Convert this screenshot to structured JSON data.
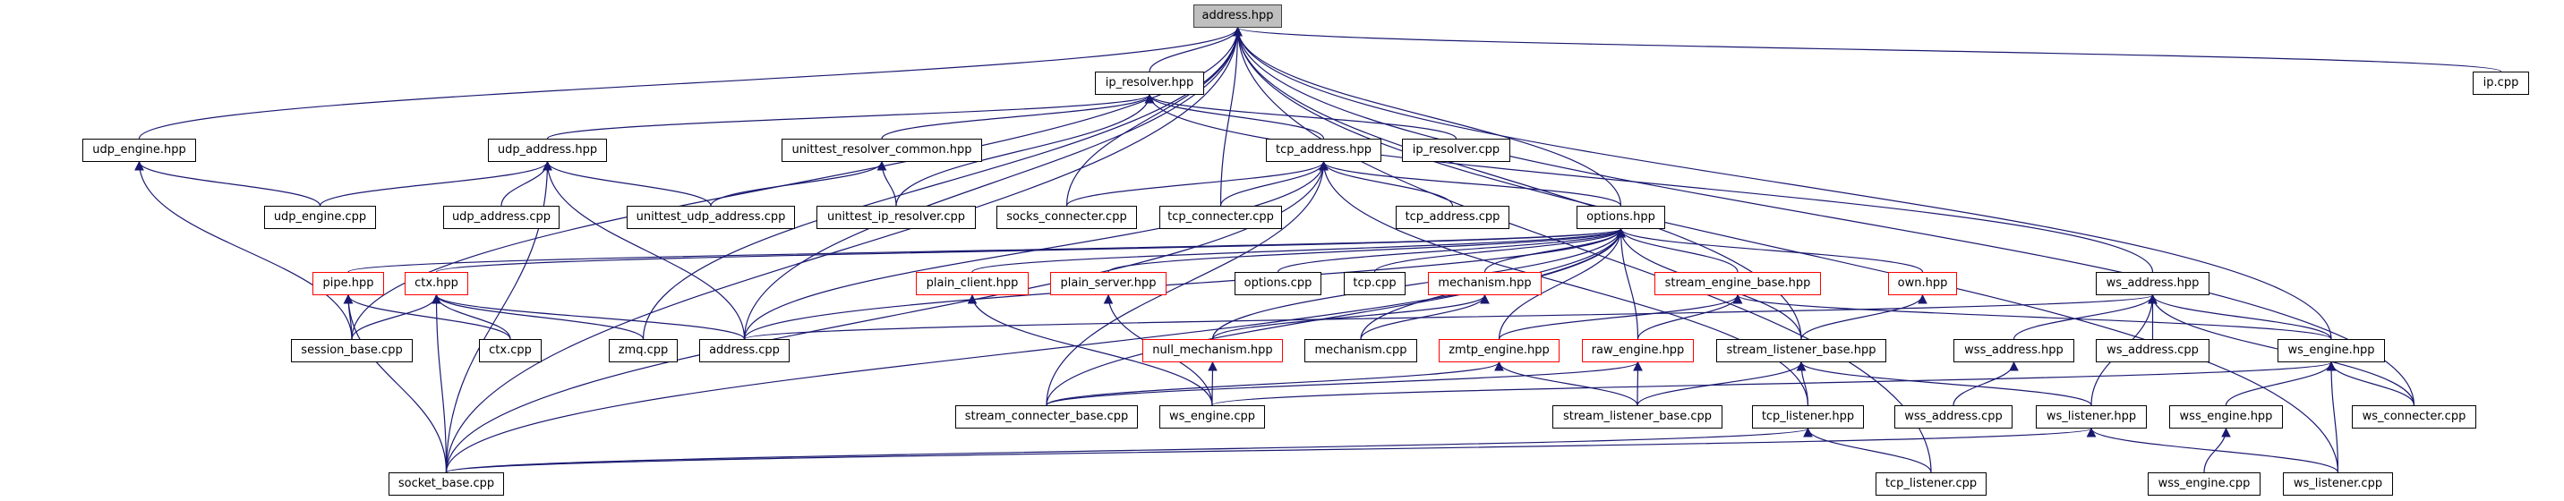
{
  "graph": {
    "title": "address.hpp include dependency graph",
    "colors": {
      "edge": "#191970",
      "root_fill": "#bfbfbf",
      "truncated_border": "#ff0000",
      "node_border": "#000000"
    },
    "nodes": [
      {
        "id": "address_hpp",
        "label": "address.hpp",
        "kind": "root"
      },
      {
        "id": "ip_resolver_hpp",
        "label": "ip_resolver.hpp",
        "kind": "normal"
      },
      {
        "id": "ip_cpp",
        "label": "ip.cpp",
        "kind": "normal"
      },
      {
        "id": "udp_engine_hpp",
        "label": "udp_engine.hpp",
        "kind": "normal"
      },
      {
        "id": "udp_address_hpp",
        "label": "udp_address.hpp",
        "kind": "normal"
      },
      {
        "id": "unittest_resolver_common_hpp",
        "label": "unittest_resolver_common.hpp",
        "kind": "normal"
      },
      {
        "id": "tcp_address_hpp",
        "label": "tcp_address.hpp",
        "kind": "normal"
      },
      {
        "id": "ip_resolver_cpp",
        "label": "ip_resolver.cpp",
        "kind": "normal"
      },
      {
        "id": "udp_engine_cpp",
        "label": "udp_engine.cpp",
        "kind": "normal"
      },
      {
        "id": "udp_address_cpp",
        "label": "udp_address.cpp",
        "kind": "normal"
      },
      {
        "id": "unittest_udp_address_cpp",
        "label": "unittest_udp_address.cpp",
        "kind": "normal"
      },
      {
        "id": "unittest_ip_resolver_cpp",
        "label": "unittest_ip_resolver.cpp",
        "kind": "normal"
      },
      {
        "id": "socks_connecter_cpp",
        "label": "socks_connecter.cpp",
        "kind": "normal"
      },
      {
        "id": "tcp_connecter_cpp",
        "label": "tcp_connecter.cpp",
        "kind": "normal"
      },
      {
        "id": "tcp_address_cpp",
        "label": "tcp_address.cpp",
        "kind": "normal"
      },
      {
        "id": "options_hpp",
        "label": "options.hpp",
        "kind": "normal"
      },
      {
        "id": "pipe_hpp",
        "label": "pipe.hpp",
        "kind": "truncated"
      },
      {
        "id": "ctx_hpp",
        "label": "ctx.hpp",
        "kind": "truncated"
      },
      {
        "id": "plain_client_hpp",
        "label": "plain_client.hpp",
        "kind": "truncated"
      },
      {
        "id": "plain_server_hpp",
        "label": "plain_server.hpp",
        "kind": "truncated"
      },
      {
        "id": "options_cpp",
        "label": "options.cpp",
        "kind": "normal"
      },
      {
        "id": "tcp_cpp",
        "label": "tcp.cpp",
        "kind": "normal"
      },
      {
        "id": "mechanism_hpp",
        "label": "mechanism.hpp",
        "kind": "truncated"
      },
      {
        "id": "stream_engine_base_hpp",
        "label": "stream_engine_base.hpp",
        "kind": "truncated"
      },
      {
        "id": "own_hpp",
        "label": "own.hpp",
        "kind": "truncated"
      },
      {
        "id": "ws_address_hpp",
        "label": "ws_address.hpp",
        "kind": "normal"
      },
      {
        "id": "session_base_cpp",
        "label": "session_base.cpp",
        "kind": "normal"
      },
      {
        "id": "ctx_cpp",
        "label": "ctx.cpp",
        "kind": "normal"
      },
      {
        "id": "zmq_cpp",
        "label": "zmq.cpp",
        "kind": "normal"
      },
      {
        "id": "address_cpp",
        "label": "address.cpp",
        "kind": "normal"
      },
      {
        "id": "null_mechanism_hpp",
        "label": "null_mechanism.hpp",
        "kind": "truncated"
      },
      {
        "id": "mechanism_cpp",
        "label": "mechanism.cpp",
        "kind": "normal"
      },
      {
        "id": "zmtp_engine_hpp",
        "label": "zmtp_engine.hpp",
        "kind": "truncated"
      },
      {
        "id": "raw_engine_hpp",
        "label": "raw_engine.hpp",
        "kind": "truncated"
      },
      {
        "id": "stream_listener_base_hpp",
        "label": "stream_listener_base.hpp",
        "kind": "normal"
      },
      {
        "id": "wss_address_hpp",
        "label": "wss_address.hpp",
        "kind": "normal"
      },
      {
        "id": "ws_address_cpp",
        "label": "ws_address.cpp",
        "kind": "normal"
      },
      {
        "id": "ws_engine_hpp",
        "label": "ws_engine.hpp",
        "kind": "normal"
      },
      {
        "id": "stream_connecter_base_cpp",
        "label": "stream_connecter_base.cpp",
        "kind": "normal"
      },
      {
        "id": "ws_engine_cpp",
        "label": "ws_engine.cpp",
        "kind": "normal"
      },
      {
        "id": "stream_listener_base_cpp",
        "label": "stream_listener_base.cpp",
        "kind": "normal"
      },
      {
        "id": "tcp_listener_hpp",
        "label": "tcp_listener.hpp",
        "kind": "normal"
      },
      {
        "id": "wss_address_cpp",
        "label": "wss_address.cpp",
        "kind": "normal"
      },
      {
        "id": "ws_listener_hpp",
        "label": "ws_listener.hpp",
        "kind": "normal"
      },
      {
        "id": "wss_engine_hpp",
        "label": "wss_engine.hpp",
        "kind": "normal"
      },
      {
        "id": "ws_connecter_cpp",
        "label": "ws_connecter.cpp",
        "kind": "normal"
      },
      {
        "id": "socket_base_cpp",
        "label": "socket_base.cpp",
        "kind": "normal"
      },
      {
        "id": "tcp_listener_cpp",
        "label": "tcp_listener.cpp",
        "kind": "normal"
      },
      {
        "id": "wss_engine_cpp",
        "label": "wss_engine.cpp",
        "kind": "normal"
      },
      {
        "id": "ws_listener_cpp",
        "label": "ws_listener.cpp",
        "kind": "normal"
      }
    ],
    "edges": [
      [
        "ip_resolver_hpp",
        "address_hpp"
      ],
      [
        "tcp_connecter_cpp",
        "address_hpp"
      ],
      [
        "socks_connecter_cpp",
        "address_hpp"
      ],
      [
        "udp_engine_hpp",
        "address_hpp"
      ],
      [
        "session_base_cpp",
        "address_hpp"
      ],
      [
        "socket_base_cpp",
        "address_hpp"
      ],
      [
        "zmq_cpp",
        "address_hpp"
      ],
      [
        "address_cpp",
        "address_hpp"
      ],
      [
        "options_hpp",
        "address_hpp"
      ],
      [
        "ip_cpp",
        "address_hpp"
      ],
      [
        "ws_engine_hpp",
        "address_hpp"
      ],
      [
        "ws_connecter_cpp",
        "address_hpp"
      ],
      [
        "stream_listener_base_hpp",
        "address_hpp"
      ],
      [
        "tcp_listener_cpp",
        "address_hpp"
      ],
      [
        "ws_listener_cpp",
        "address_hpp"
      ],
      [
        "udp_address_hpp",
        "ip_resolver_hpp"
      ],
      [
        "unittest_resolver_common_hpp",
        "ip_resolver_hpp"
      ],
      [
        "unittest_ip_resolver_cpp",
        "ip_resolver_hpp"
      ],
      [
        "tcp_address_hpp",
        "ip_resolver_hpp"
      ],
      [
        "ip_resolver_cpp",
        "ip_resolver_hpp"
      ],
      [
        "ws_address_hpp",
        "ip_resolver_hpp"
      ],
      [
        "udp_engine_cpp",
        "udp_address_hpp"
      ],
      [
        "udp_address_cpp",
        "udp_address_hpp"
      ],
      [
        "unittest_udp_address_cpp",
        "udp_address_hpp"
      ],
      [
        "address_cpp",
        "udp_address_hpp"
      ],
      [
        "socket_base_cpp",
        "udp_address_hpp"
      ],
      [
        "udp_engine_cpp",
        "udp_engine_hpp"
      ],
      [
        "session_base_cpp",
        "udp_engine_hpp"
      ],
      [
        "unittest_udp_address_cpp",
        "unittest_resolver_common_hpp"
      ],
      [
        "unittest_ip_resolver_cpp",
        "unittest_resolver_common_hpp"
      ],
      [
        "socks_connecter_cpp",
        "tcp_address_hpp"
      ],
      [
        "tcp_connecter_cpp",
        "tcp_address_hpp"
      ],
      [
        "tcp_address_cpp",
        "tcp_address_hpp"
      ],
      [
        "options_hpp",
        "tcp_address_hpp"
      ],
      [
        "tcp_listener_hpp",
        "tcp_address_hpp"
      ],
      [
        "address_cpp",
        "tcp_address_hpp"
      ],
      [
        "socket_base_cpp",
        "tcp_address_hpp"
      ],
      [
        "stream_connecter_base_cpp",
        "tcp_address_hpp"
      ],
      [
        "pipe_hpp",
        "options_hpp"
      ],
      [
        "ctx_hpp",
        "options_hpp"
      ],
      [
        "plain_client_hpp",
        "options_hpp"
      ],
      [
        "plain_server_hpp",
        "options_hpp"
      ],
      [
        "options_cpp",
        "options_hpp"
      ],
      [
        "tcp_cpp",
        "options_hpp"
      ],
      [
        "mechanism_hpp",
        "options_hpp"
      ],
      [
        "stream_engine_base_hpp",
        "options_hpp"
      ],
      [
        "own_hpp",
        "options_hpp"
      ],
      [
        "null_mechanism_hpp",
        "options_hpp"
      ],
      [
        "zmtp_engine_hpp",
        "options_hpp"
      ],
      [
        "raw_engine_hpp",
        "options_hpp"
      ],
      [
        "address_cpp",
        "options_hpp"
      ],
      [
        "socket_base_cpp",
        "options_hpp"
      ],
      [
        "stream_connecter_base_cpp",
        "options_hpp"
      ],
      [
        "mechanism_cpp",
        "options_hpp"
      ],
      [
        "stream_listener_base_hpp",
        "options_hpp"
      ],
      [
        "session_base_cpp",
        "pipe_hpp"
      ],
      [
        "socket_base_cpp",
        "pipe_hpp"
      ],
      [
        "ctx_cpp",
        "pipe_hpp"
      ],
      [
        "session_base_cpp",
        "ctx_hpp"
      ],
      [
        "ctx_cpp",
        "ctx_hpp"
      ],
      [
        "zmq_cpp",
        "ctx_hpp"
      ],
      [
        "socket_base_cpp",
        "ctx_hpp"
      ],
      [
        "address_cpp",
        "ctx_hpp"
      ],
      [
        "ws_engine_cpp",
        "plain_client_hpp"
      ],
      [
        "ws_engine_cpp",
        "plain_server_hpp"
      ],
      [
        "null_mechanism_hpp",
        "mechanism_hpp"
      ],
      [
        "mechanism_cpp",
        "mechanism_hpp"
      ],
      [
        "ws_engine_cpp",
        "null_mechanism_hpp"
      ],
      [
        "zmtp_engine_hpp",
        "stream_engine_base_hpp"
      ],
      [
        "raw_engine_hpp",
        "stream_engine_base_hpp"
      ],
      [
        "ws_engine_hpp",
        "stream_engine_base_hpp"
      ],
      [
        "stream_listener_base_hpp",
        "own_hpp"
      ],
      [
        "stream_connecter_base_cpp",
        "zmtp_engine_hpp"
      ],
      [
        "stream_listener_base_cpp",
        "zmtp_engine_hpp"
      ],
      [
        "stream_connecter_base_cpp",
        "raw_engine_hpp"
      ],
      [
        "stream_listener_base_cpp",
        "raw_engine_hpp"
      ],
      [
        "stream_listener_base_cpp",
        "stream_listener_base_hpp"
      ],
      [
        "tcp_listener_hpp",
        "stream_listener_base_hpp"
      ],
      [
        "ws_listener_hpp",
        "stream_listener_base_hpp"
      ],
      [
        "address_cpp",
        "ws_address_hpp"
      ],
      [
        "wss_address_hpp",
        "ws_address_hpp"
      ],
      [
        "ws_address_cpp",
        "ws_address_hpp"
      ],
      [
        "ws_engine_hpp",
        "ws_address_hpp"
      ],
      [
        "ws_listener_hpp",
        "ws_address_hpp"
      ],
      [
        "ws_connecter_cpp",
        "ws_address_hpp"
      ],
      [
        "wss_address_cpp",
        "wss_address_hpp"
      ],
      [
        "ws_engine_cpp",
        "ws_engine_hpp"
      ],
      [
        "wss_engine_hpp",
        "ws_engine_hpp"
      ],
      [
        "ws_listener_cpp",
        "ws_engine_hpp"
      ],
      [
        "ws_connecter_cpp",
        "ws_engine_hpp"
      ],
      [
        "wss_engine_cpp",
        "wss_engine_hpp"
      ],
      [
        "socket_base_cpp",
        "tcp_listener_hpp"
      ],
      [
        "tcp_listener_cpp",
        "tcp_listener_hpp"
      ],
      [
        "socket_base_cpp",
        "ws_listener_hpp"
      ],
      [
        "ws_listener_cpp",
        "ws_listener_hpp"
      ]
    ]
  }
}
